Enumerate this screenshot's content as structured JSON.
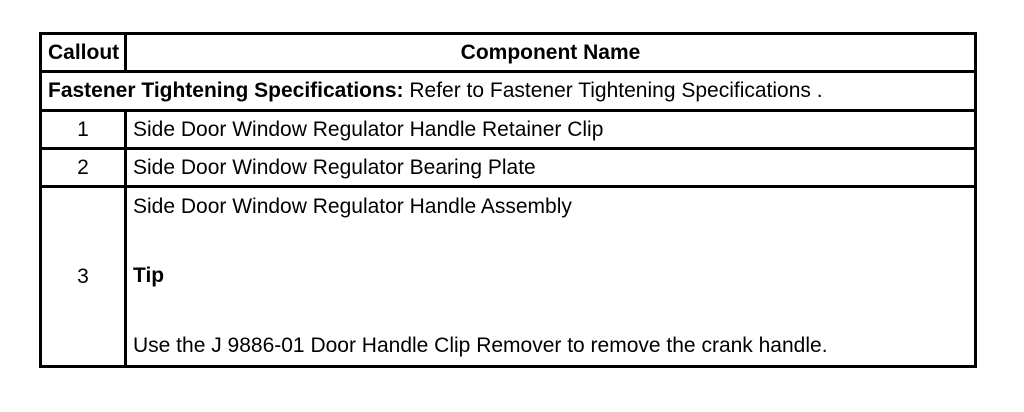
{
  "table": {
    "headers": {
      "callout": "Callout",
      "component_name": "Component Name"
    },
    "fastener_note": {
      "label": "Fastener Tightening Specifications:",
      "text": " Refer to Fastener Tightening Specifications ."
    },
    "rows": [
      {
        "callout": "1",
        "component": "Side Door Window Regulator Handle Retainer Clip"
      },
      {
        "callout": "2",
        "component": "Side Door Window Regulator Bearing Plate"
      },
      {
        "callout": "3",
        "component": "Side Door Window Regulator Handle Assembly",
        "tip_label": "Tip",
        "tip_text": "Use the J 9886-01 Door Handle Clip Remover to remove the crank handle."
      }
    ]
  }
}
